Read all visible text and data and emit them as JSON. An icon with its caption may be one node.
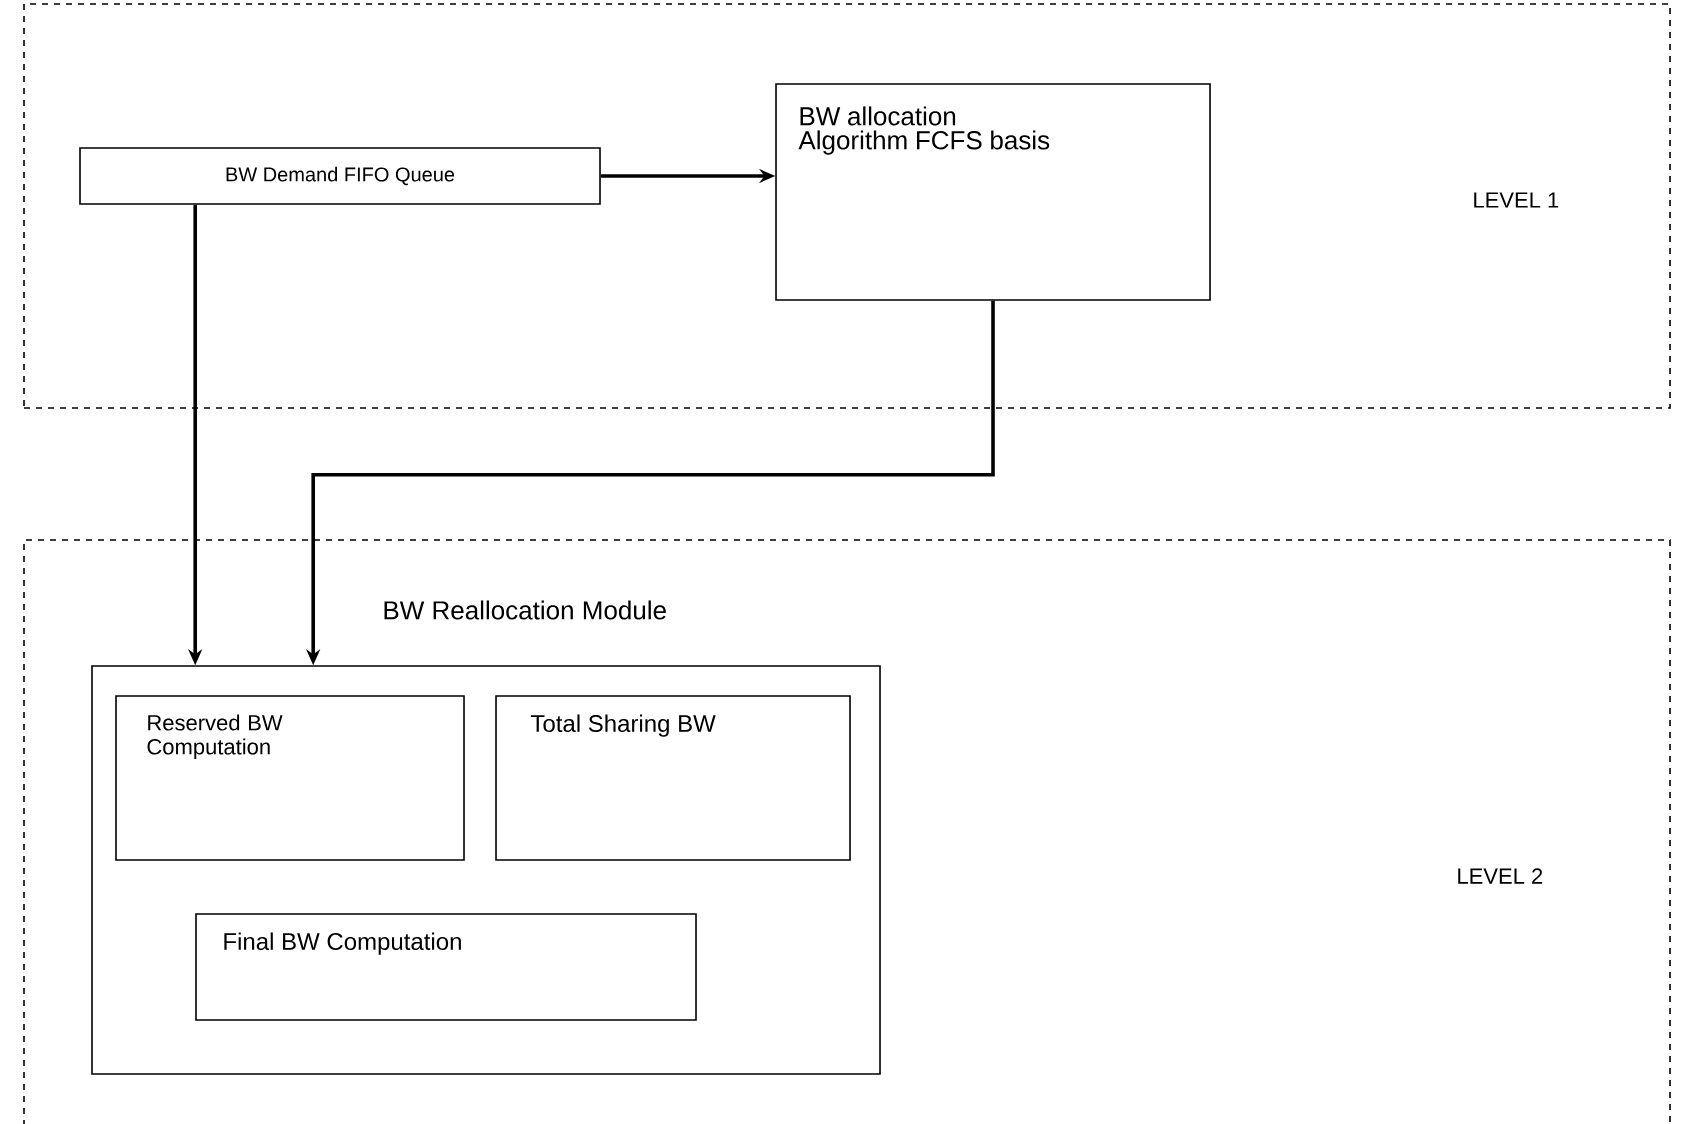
{
  "diagram": {
    "nodes": [
      {
        "text": [
          "LEVEL 1"
        ]
      },
      {
        "text": [
          "BW Demand FIFO Queue"
        ],
        "in": 0
      },
      {
        "text": [
          "BW allocation Algorithm FCFS basis"
        ],
        "in": 0
      },
      {
        "text": [
          "LEVEL 2"
        ]
      },
      {
        "text": [
          "BW Reallocation Module"
        ],
        "in": 3
      },
      {
        "text": [
          "Reserved BW Computation"
        ],
        "in": 4
      },
      {
        "text": [
          "Total Sharing BW"
        ],
        "in": 4
      },
      {
        "text": [
          "Final BW Computation"
        ],
        "in": 4
      }
    ],
    "edges": [
      {
        "from": 1,
        "to": 2,
        "arrow": "to"
      },
      {
        "from": 1,
        "to": 4,
        "arrow": "to"
      },
      {
        "from": 2,
        "to": 4,
        "arrow": "to"
      }
    ]
  }
}
